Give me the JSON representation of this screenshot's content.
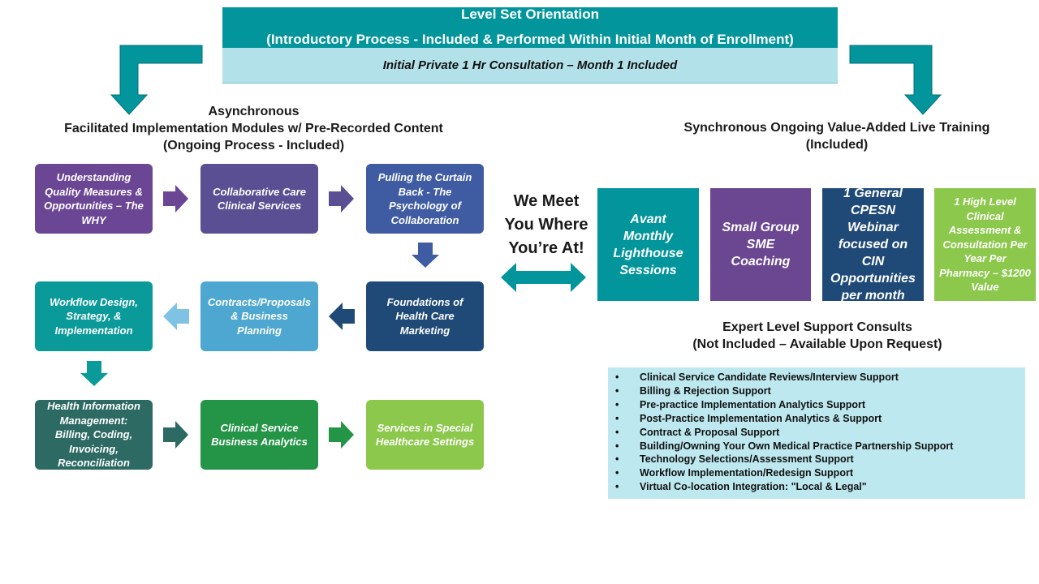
{
  "header": {
    "title": "Level Set Orientation",
    "subtitle": "(Introductory Process - Included & Performed Within Initial Month of Enrollment)",
    "sub_bar": "Initial Private 1 Hr Consultation – Month 1 Included"
  },
  "async": {
    "heading_line1": "Asynchronous",
    "heading_line2": "Facilitated Implementation Modules w/ Pre-Recorded Content",
    "heading_line3": "(Ongoing Process - Included)",
    "modules": [
      {
        "label": "Understanding Quality Measures & Opportunities – The WHY",
        "color": "#6b4695"
      },
      {
        "label": "Collaborative Care Clinical Services",
        "color": "#5a4f92"
      },
      {
        "label": "Pulling the Curtain Back - The Psychology of Collaboration",
        "color": "#3f5ca3"
      },
      {
        "label": "Foundations  of Health Care Marketing",
        "color": "#1f4a77"
      },
      {
        "label": "Contracts/Proposals & Business Planning",
        "color": "#4ea7d0"
      },
      {
        "label": "Workflow Design, Strategy, & Implementation",
        "color": "#0b9a9a"
      },
      {
        "label": "Health Information Management: Billing, Coding, Invoicing, Reconciliation",
        "color": "#2c6a63"
      },
      {
        "label": "Clinical Service Business Analytics",
        "color": "#249446"
      },
      {
        "label": "Services in Special Healthcare Settings",
        "color": "#8cc84b"
      }
    ]
  },
  "center": {
    "line1": "We Meet",
    "line2": "You Where",
    "line3": "You’re At!"
  },
  "sync": {
    "heading_line1": "Synchronous Ongoing Value-Added Live Training",
    "heading_line2": "(Included)",
    "boxes": [
      {
        "label": "Avant Monthly Lighthouse Sessions",
        "color": "#03959c"
      },
      {
        "label": "Small Group SME Coaching",
        "color": "#6a4790"
      },
      {
        "label": "1 General CPESN Webinar focused on CIN Opportunities per month",
        "color": "#1f4a77"
      },
      {
        "label": "1 High Level Clinical Assessment & Consultation Per Year Per Pharmacy – $1200 Value",
        "color": "#8cc84b"
      }
    ]
  },
  "expert": {
    "heading_line1": "Expert Level Support Consults",
    "heading_line2": "(Not Included – Available Upon Request)",
    "items": [
      "Clinical Service Candidate Reviews/Interview Support",
      "Billing & Rejection Support",
      "Pre-practice Implementation Analytics Support",
      "Post-Practice Implementation Analytics & Support",
      "Contract & Proposal Support",
      "Building/Owning Your Own Medical Practice Partnership Support",
      "Technology Selections/Assessment Support",
      "Workflow Implementation/Redesign Support",
      "Virtual Co-location Integration: \"Local & Legal\""
    ]
  }
}
